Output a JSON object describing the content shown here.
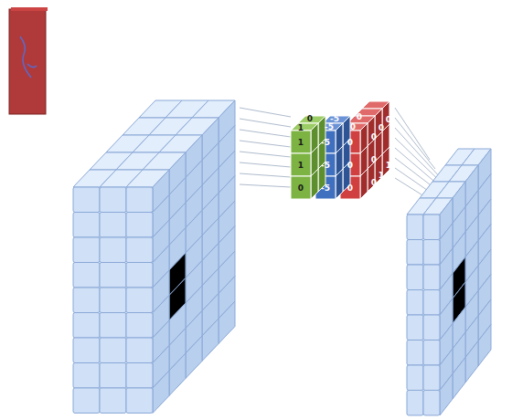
{
  "diagram": {
    "labels": [
      "0",
      "1",
      "1",
      "1",
      "0",
      "-5",
      "-5",
      "-5",
      "-5",
      "-5",
      "0",
      "0",
      "0",
      "0",
      "0",
      "0",
      "0",
      "0",
      "0",
      "1",
      "0",
      "1"
    ]
  }
}
